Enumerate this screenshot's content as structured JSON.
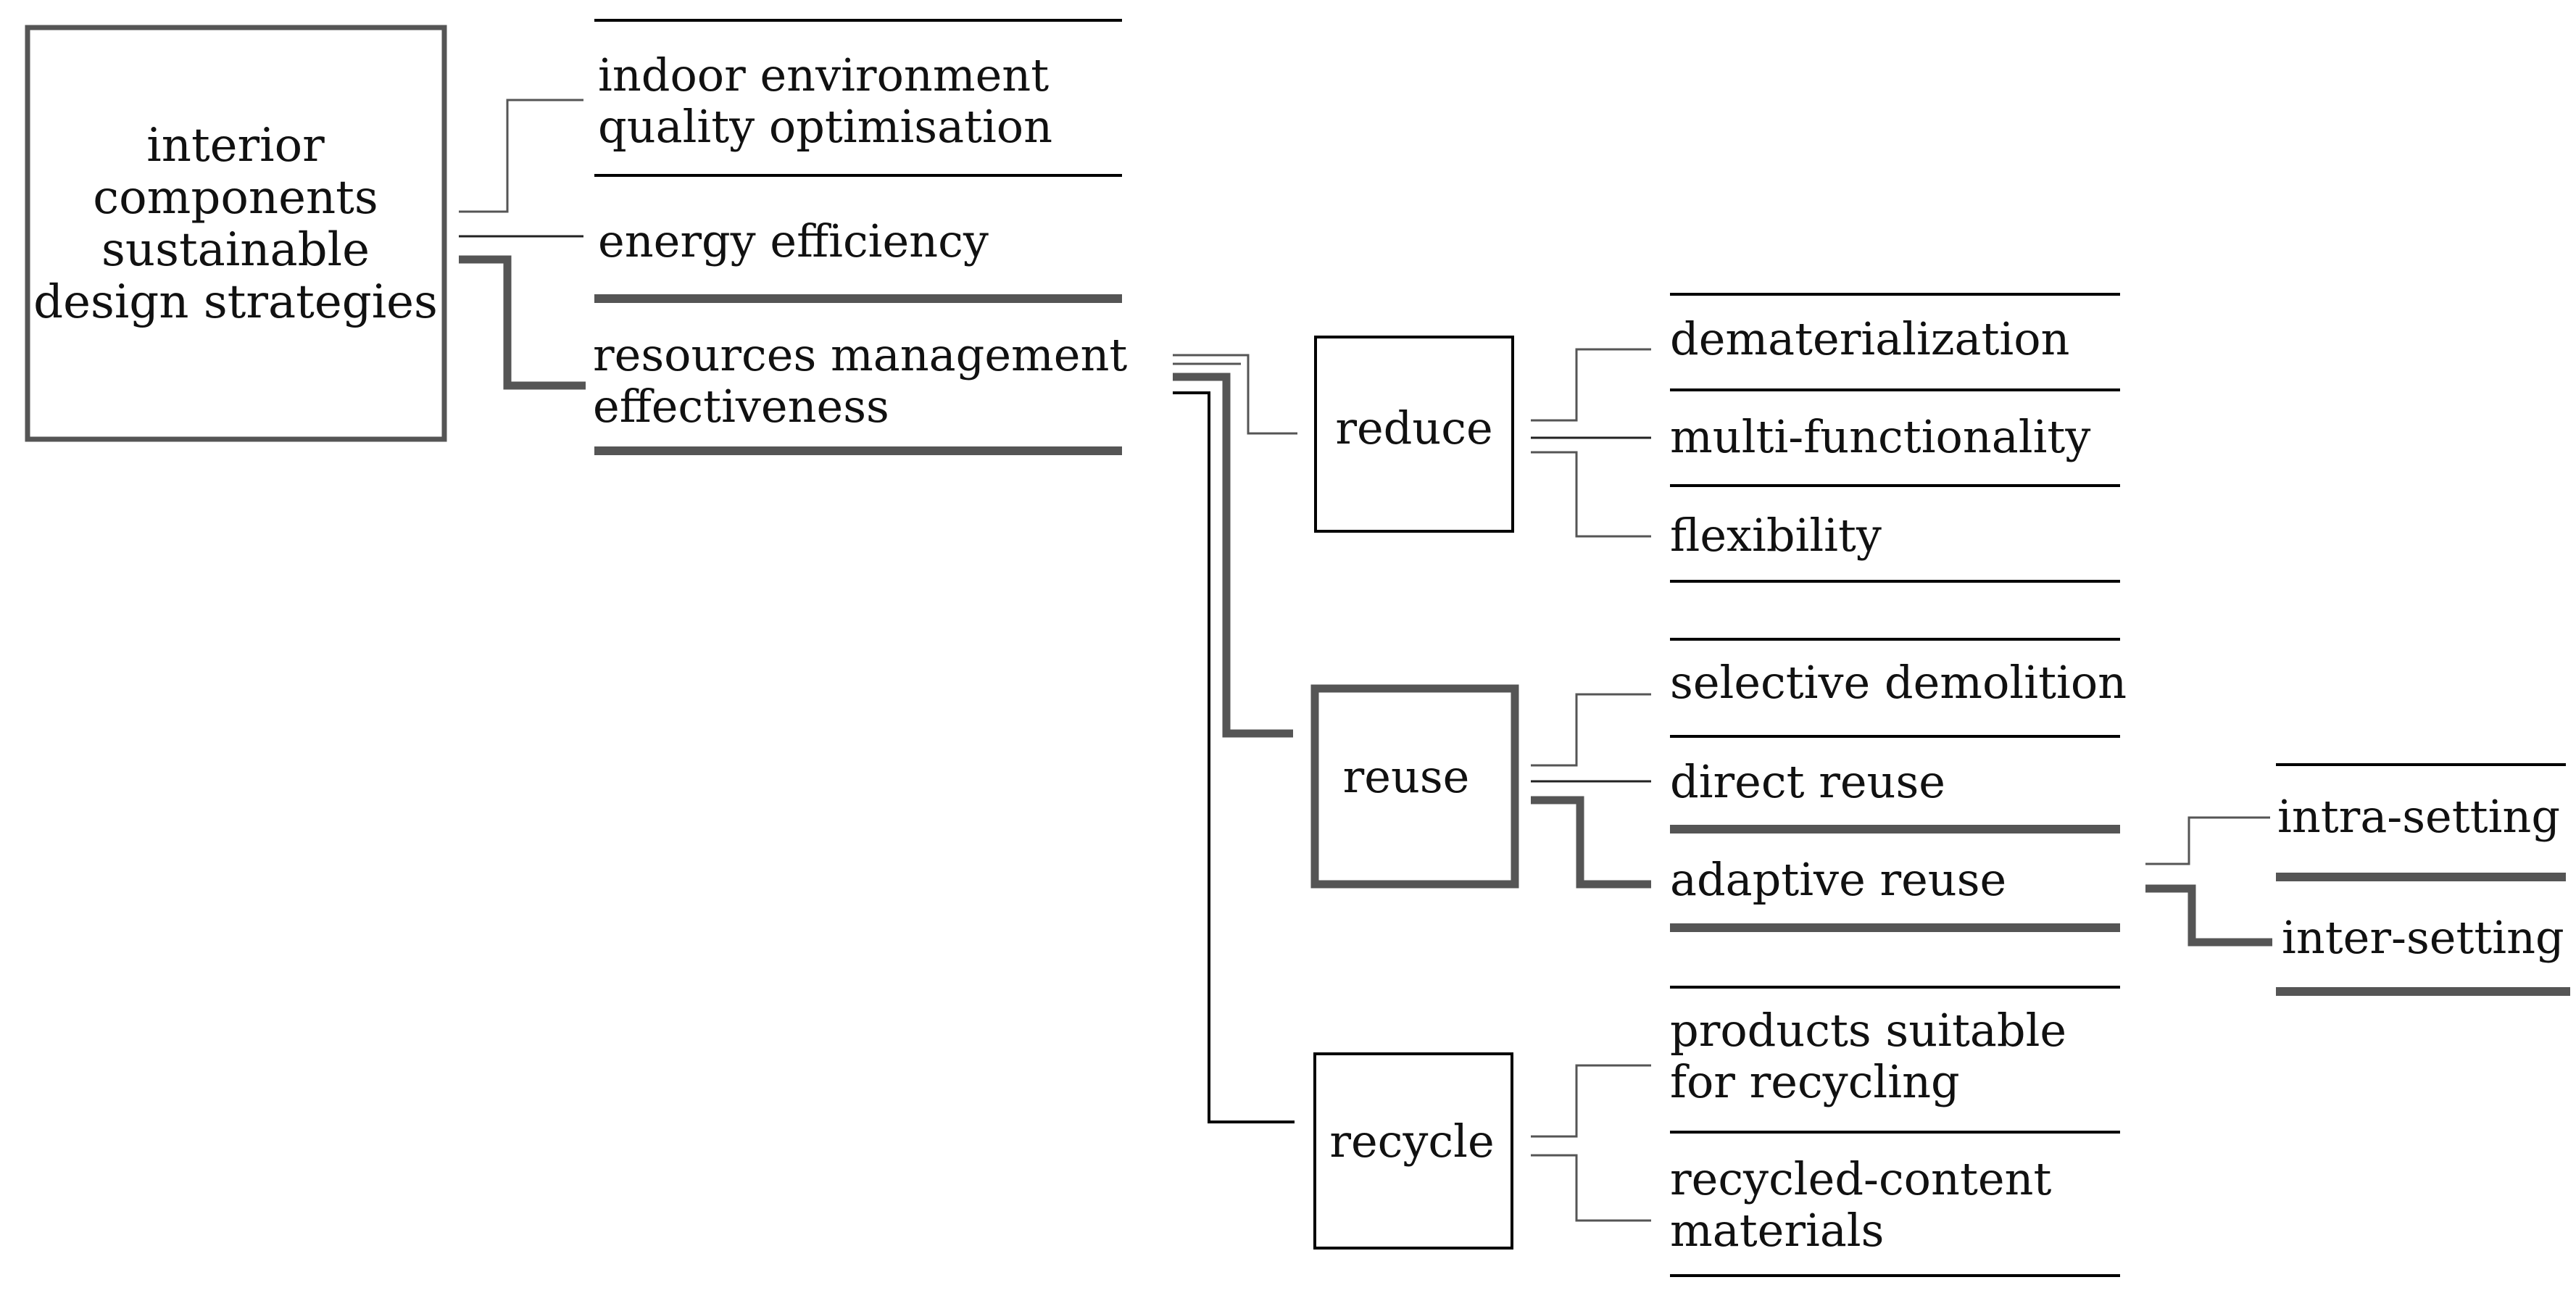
{
  "root": {
    "lines": [
      "interior",
      "components",
      "sustainable",
      "design strategies"
    ]
  },
  "strategies": {
    "ieq": {
      "lines": [
        "indoor environment",
        "quality optimisation"
      ]
    },
    "energy": {
      "lines": [
        "energy efficiency"
      ]
    },
    "resources": {
      "lines": [
        "resources management",
        "effectiveness"
      ]
    }
  },
  "actions": {
    "reduce": {
      "label": "reduce"
    },
    "reuse": {
      "label": "reuse"
    },
    "recycle": {
      "label": "recycle"
    }
  },
  "reduce_items": {
    "dematerialization": {
      "lines": [
        "dematerialization"
      ]
    },
    "multi_functionality": {
      "lines": [
        "multi-functionality"
      ]
    },
    "flexibility": {
      "lines": [
        "flexibility"
      ]
    }
  },
  "reuse_items": {
    "selective_demolition": {
      "lines": [
        "selective demolition"
      ]
    },
    "direct_reuse": {
      "lines": [
        "direct reuse"
      ]
    },
    "adaptive_reuse": {
      "lines": [
        "adaptive reuse"
      ]
    }
  },
  "adaptive_items": {
    "intra_setting": {
      "lines": [
        "intra-setting"
      ]
    },
    "inter_setting": {
      "lines": [
        "inter-setting"
      ]
    }
  },
  "recycle_items": {
    "products_suitable": {
      "lines": [
        "products suitable",
        "for recycling"
      ]
    },
    "recycled_content": {
      "lines": [
        "recycled-content",
        "materials"
      ]
    }
  },
  "colors": {
    "text": "#111111",
    "thin_line": "#000000",
    "connector": "#555555",
    "thick_line": "#555555"
  }
}
